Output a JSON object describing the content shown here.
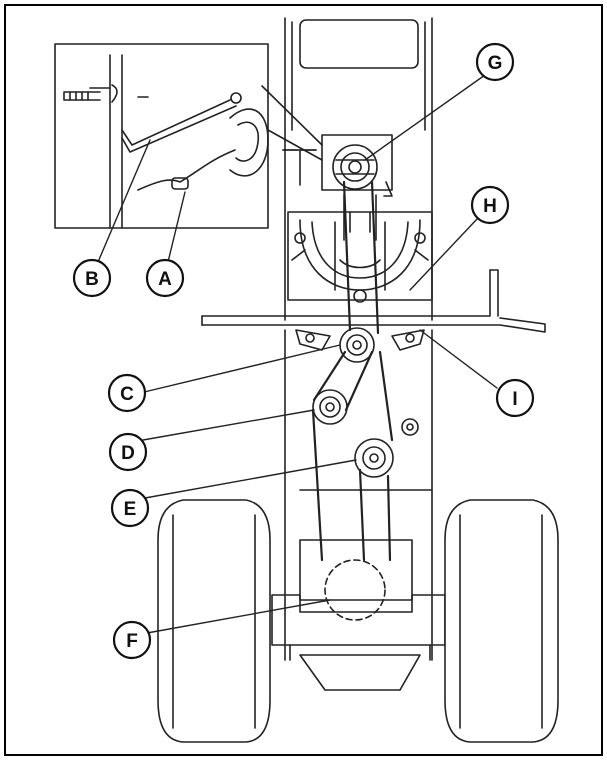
{
  "figure": {
    "callouts": [
      {
        "id": "A",
        "label": "A"
      },
      {
        "id": "B",
        "label": "B"
      },
      {
        "id": "C",
        "label": "C"
      },
      {
        "id": "D",
        "label": "D"
      },
      {
        "id": "E",
        "label": "E"
      },
      {
        "id": "F",
        "label": "F"
      },
      {
        "id": "G",
        "label": "G"
      },
      {
        "id": "H",
        "label": "H"
      },
      {
        "id": "I",
        "label": "I"
      }
    ],
    "colors": {
      "line": "#222222",
      "frame": "#000000",
      "background": "#ffffff",
      "tire_fill": "#ffffff"
    }
  }
}
